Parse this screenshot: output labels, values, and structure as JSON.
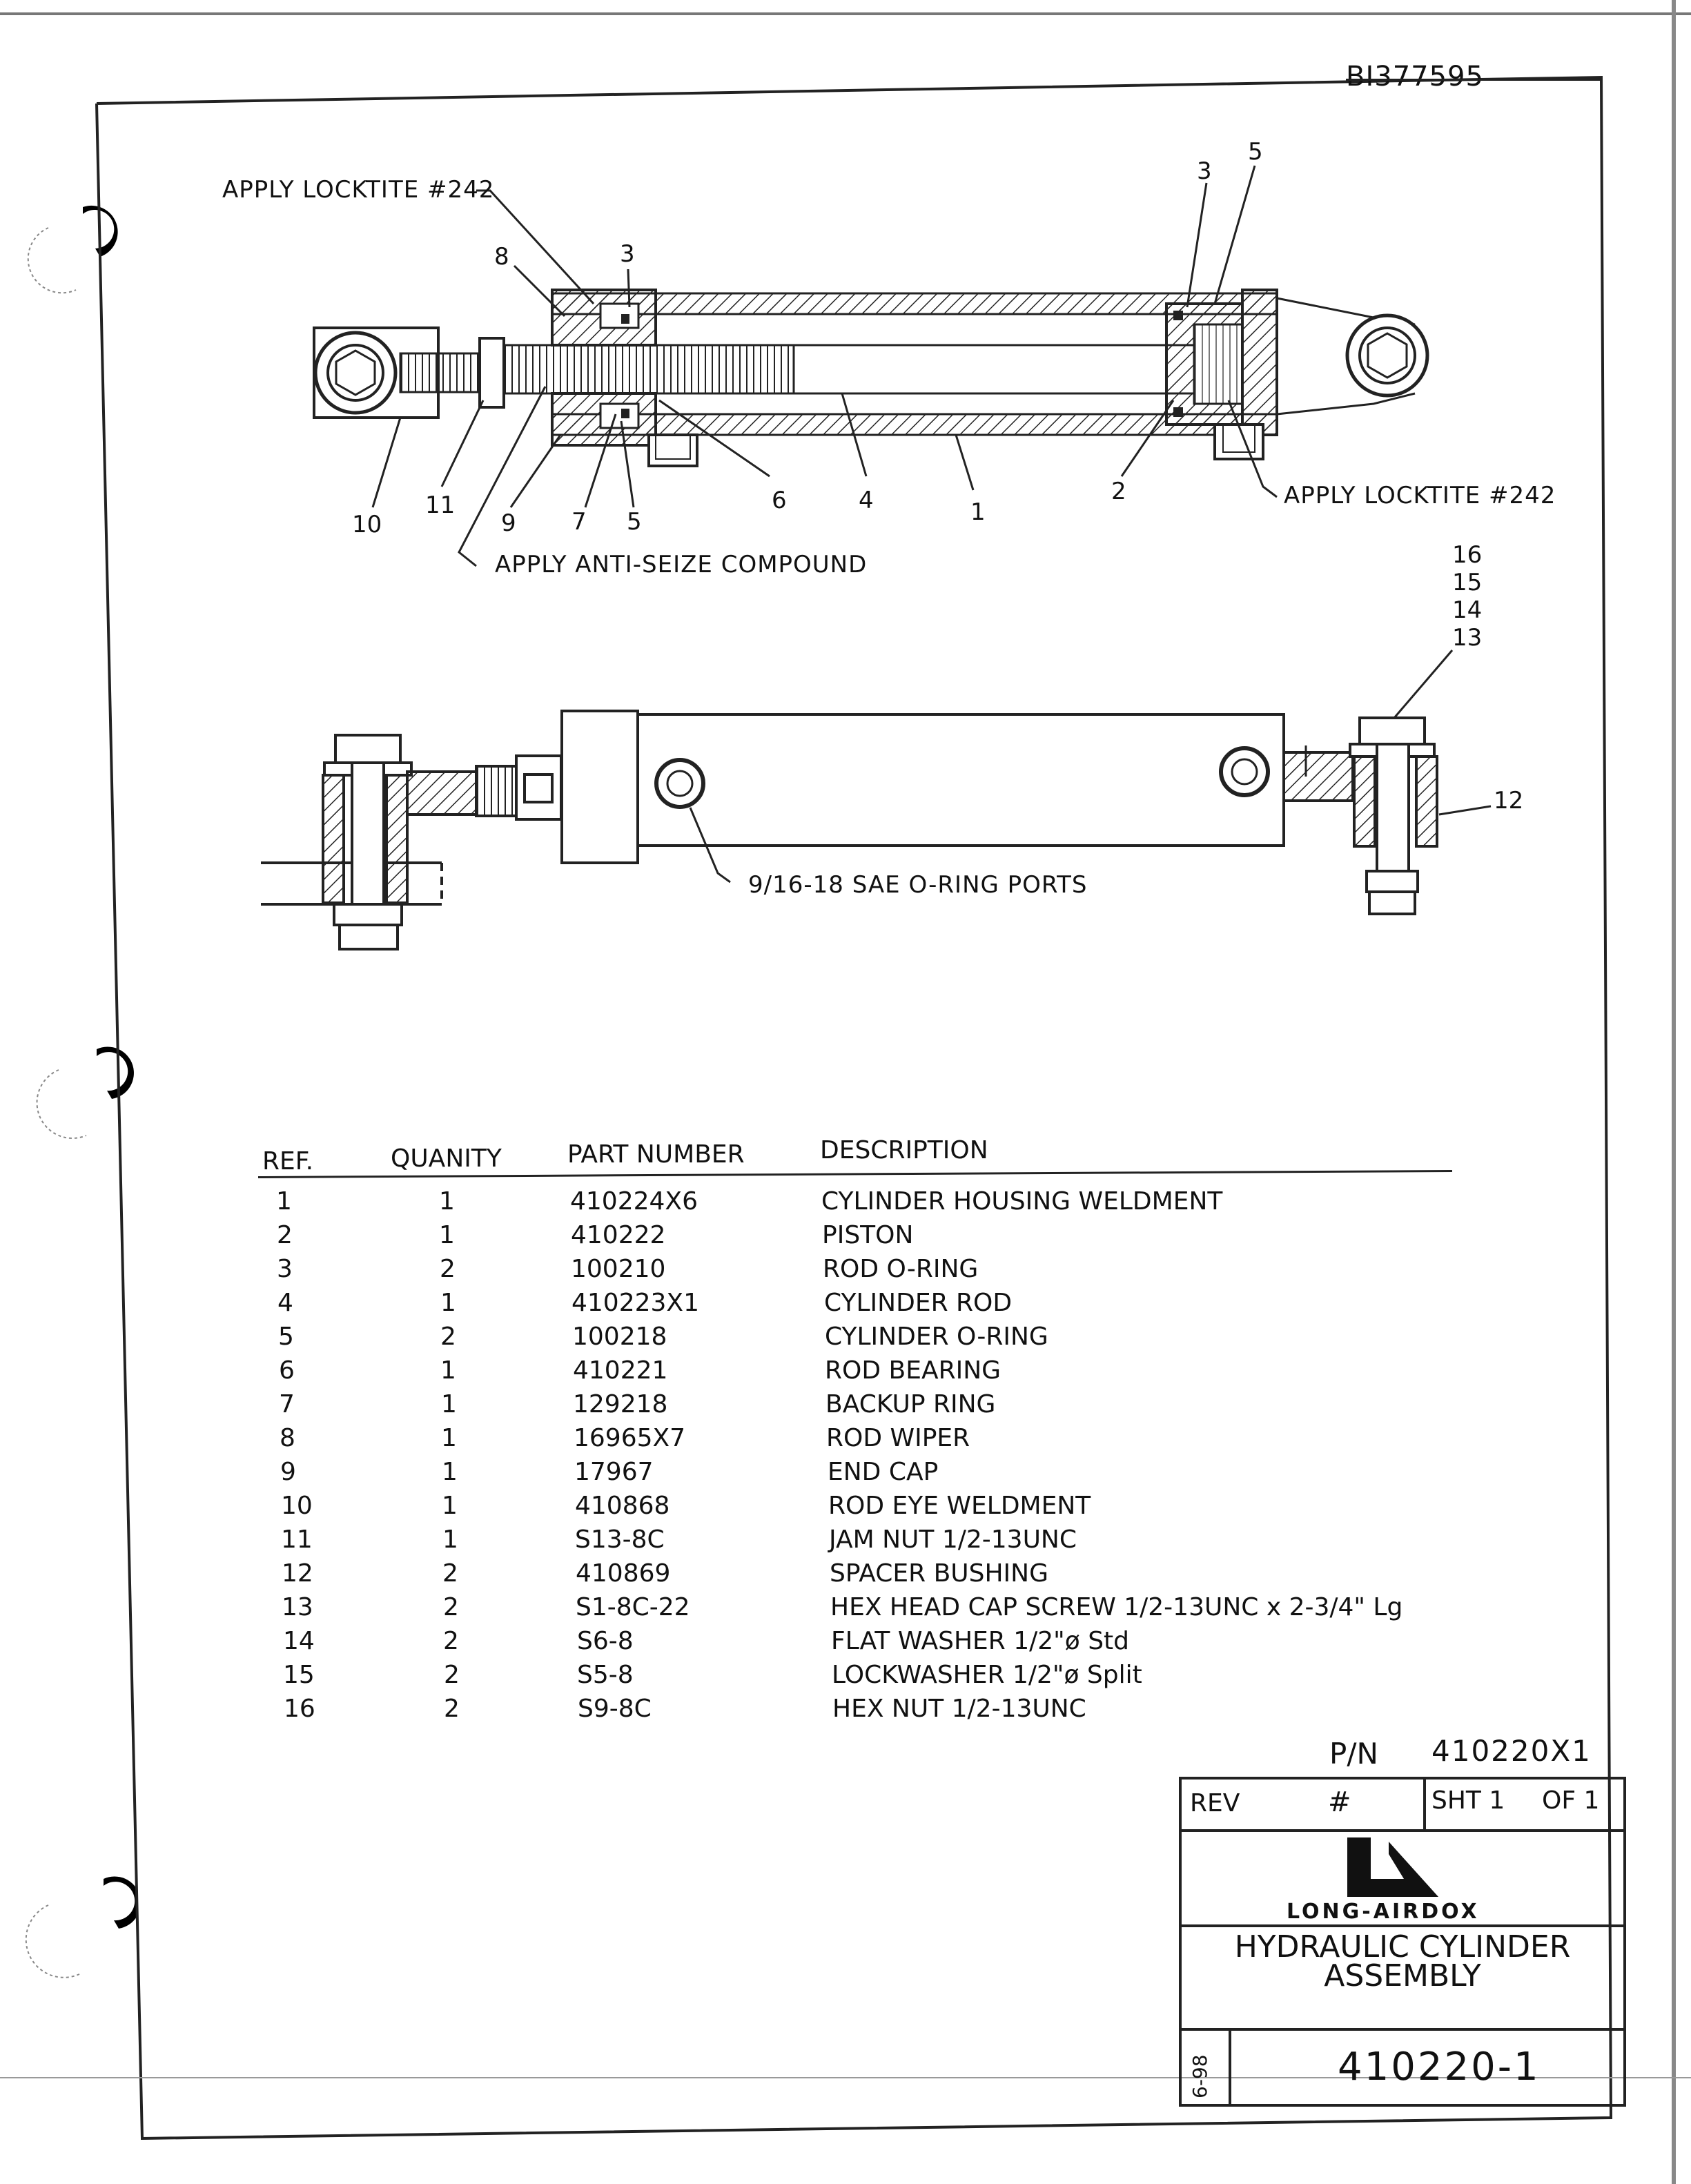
{
  "document_id": "BI377595",
  "callouts": {
    "locktite_left": "APPLY LOCKTITE #242",
    "locktite_right": "APPLY LOCKTITE #242",
    "anti_seize": "APPLY ANTI-SEIZE COMPOUND",
    "ports": "9/16-18 SAE O-RING PORTS"
  },
  "balloons": {
    "top": [
      {
        "n": "8"
      },
      {
        "n": "3"
      },
      {
        "n": "3"
      },
      {
        "n": "5"
      },
      {
        "n": "10"
      },
      {
        "n": "11"
      },
      {
        "n": "9"
      },
      {
        "n": "7"
      },
      {
        "n": "5"
      },
      {
        "n": "6"
      },
      {
        "n": "4"
      },
      {
        "n": "1"
      },
      {
        "n": "2"
      }
    ],
    "bottom": [
      {
        "n": "16"
      },
      {
        "n": "15"
      },
      {
        "n": "14"
      },
      {
        "n": "13"
      },
      {
        "n": "12"
      }
    ]
  },
  "parts_table": {
    "headers": {
      "ref": "REF.",
      "qty": "QUANITY",
      "part": "PART NUMBER",
      "desc": "DESCRIPTION"
    },
    "rows": [
      {
        "ref": "1",
        "qty": "1",
        "part": "410224X6",
        "desc": "CYLINDER HOUSING WELDMENT"
      },
      {
        "ref": "2",
        "qty": "1",
        "part": "410222",
        "desc": "PISTON"
      },
      {
        "ref": "3",
        "qty": "2",
        "part": "100210",
        "desc": "ROD O-RING"
      },
      {
        "ref": "4",
        "qty": "1",
        "part": "410223X1",
        "desc": "CYLINDER ROD"
      },
      {
        "ref": "5",
        "qty": "2",
        "part": "100218",
        "desc": "CYLINDER O-RING"
      },
      {
        "ref": "6",
        "qty": "1",
        "part": "410221",
        "desc": "ROD BEARING"
      },
      {
        "ref": "7",
        "qty": "1",
        "part": "129218",
        "desc": "BACKUP RING"
      },
      {
        "ref": "8",
        "qty": "1",
        "part": "16965X7",
        "desc": "ROD WIPER"
      },
      {
        "ref": "9",
        "qty": "1",
        "part": "17967",
        "desc": "END CAP"
      },
      {
        "ref": "10",
        "qty": "1",
        "part": "410868",
        "desc": "ROD EYE WELDMENT"
      },
      {
        "ref": "11",
        "qty": "1",
        "part": "S13-8C",
        "desc": "JAM NUT 1/2-13UNC"
      },
      {
        "ref": "12",
        "qty": "2",
        "part": "410869",
        "desc": "SPACER BUSHING"
      },
      {
        "ref": "13",
        "qty": "2",
        "part": "S1-8C-22",
        "desc": "HEX HEAD CAP SCREW 1/2-13UNC x 2-3/4\" Lg"
      },
      {
        "ref": "14",
        "qty": "2",
        "part": "S6-8",
        "desc": "FLAT WASHER 1/2\"ø Std"
      },
      {
        "ref": "15",
        "qty": "2",
        "part": "S5-8",
        "desc": "LOCKWASHER 1/2\"ø Split"
      },
      {
        "ref": "16",
        "qty": "2",
        "part": "S9-8C",
        "desc": "HEX NUT 1/2-13UNC"
      }
    ]
  },
  "title_block": {
    "pn_label": "P/N",
    "pn_value": "410220X1",
    "rev_label": "REV",
    "rev_value": "#",
    "sheet": "SHT 1",
    "of": "OF 1",
    "company": "LONG-AIRDOX",
    "title_line1": "HYDRAULIC CYLINDER",
    "title_line2": "ASSEMBLY",
    "date": "6-98",
    "drawing_number": "410220-1"
  }
}
